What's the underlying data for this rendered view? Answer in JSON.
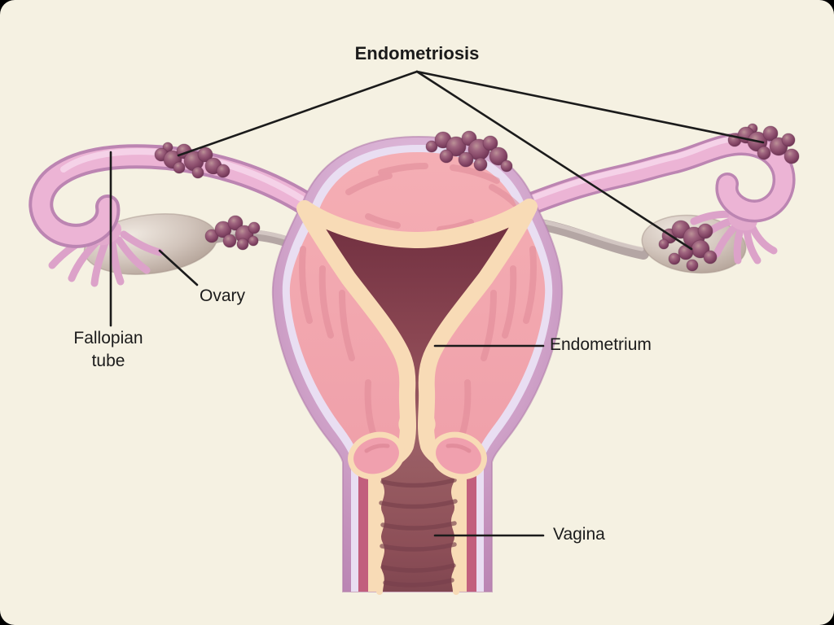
{
  "diagram": {
    "title": "Endometriosis",
    "labels": {
      "fallopian_tube": "Fallopian tube",
      "ovary": "Ovary",
      "endometrium": "Endometrium",
      "vagina": "Vagina"
    },
    "annotation": {
      "leader_lines_from_title": 3,
      "lesion_clusters_shown": 5
    },
    "palette": {
      "background": "#f5f1e2",
      "frame": "#000000",
      "text_and_lines": "#1b1b1b",
      "uterus_serosa": "#d7aed2",
      "serosa_inner_band": "#e9def2",
      "myometrium_pink": "#f2a6ae",
      "myometrium_streak": "#e08a98",
      "endometrium_lining_cream": "#f8dbb6",
      "uterine_cavity_dark": "#6e2d3e",
      "vagina_wall_rose": "#c25f7d",
      "vagina_canal": "#9a5c62",
      "fallopian_tube_pink": "#ecb4d5",
      "ovary_grey": "#d2c5bc",
      "lesion_plum": "#8a4c6b"
    }
  }
}
